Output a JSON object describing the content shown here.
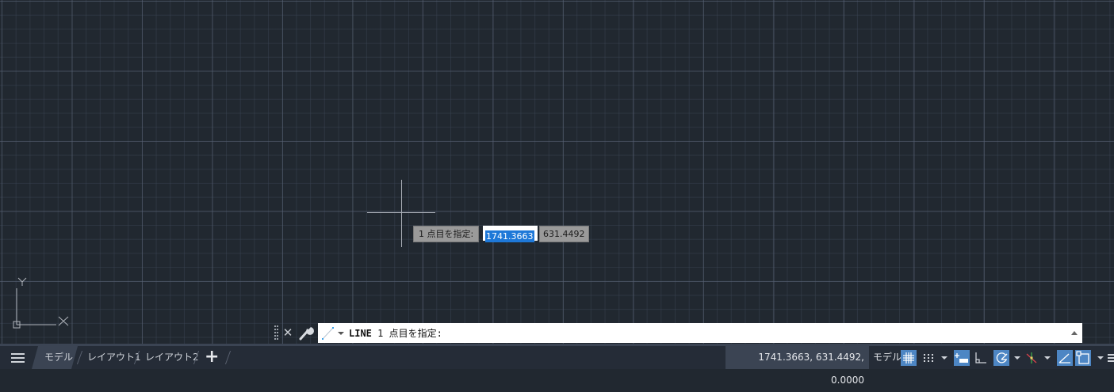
{
  "drawing": {
    "ucs_icon": {
      "x_label": "X",
      "y_label": "Y"
    },
    "dynamic_input": {
      "prompt": "1 点目を指定:",
      "x_value": "1741.3663",
      "y_value": "631.4492"
    }
  },
  "command_line": {
    "close_icon": "close-icon",
    "customize_icon": "wrench-icon",
    "recent_commands_icon": "line-command-icon",
    "command": "LINE",
    "prompt": " 1 点目を指定:"
  },
  "layout_tabs": {
    "menu_icon": "hamburger-icon",
    "tabs": [
      {
        "label": "モデル",
        "active": true
      },
      {
        "label": "レイアウト1",
        "active": false
      },
      {
        "label": "レイアウト2",
        "active": false
      }
    ],
    "add_tab_label": "+"
  },
  "status_bar": {
    "coordinates": "1741.3663, 631.4492, 0.0000",
    "space_label": "モデル",
    "toggles": [
      {
        "name": "grid",
        "on": true
      },
      {
        "name": "snap",
        "on": false
      },
      {
        "name": "dynamic-input",
        "on": true
      },
      {
        "name": "ortho",
        "on": false
      },
      {
        "name": "polar-tracking",
        "on": true
      },
      {
        "name": "isodraft",
        "on": false
      },
      {
        "name": "object-snap-tracking",
        "on": true
      },
      {
        "name": "object-snap",
        "on": true
      }
    ]
  },
  "colors": {
    "canvas_bg": "#212830",
    "status_bg": "#252c37",
    "status_panel": "#3b4453",
    "toggle_on": "#4d86c4",
    "selection": "#1e78d8"
  }
}
